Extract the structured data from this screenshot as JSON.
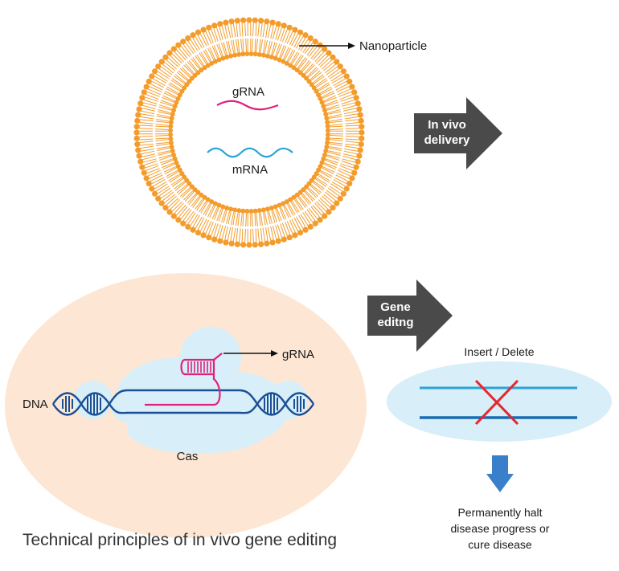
{
  "nanoparticle": {
    "label": "Nanoparticle",
    "cargo": [
      "gRNA",
      "mRNA"
    ],
    "lipid_color": "#f39c2b"
  },
  "steps": {
    "delivery": [
      "In vivo",
      "delivery"
    ],
    "editing": [
      "Gene",
      "editng"
    ]
  },
  "cell": {
    "dna_label": "DNA",
    "grna_label": "gRNA",
    "cas_label": "Cas"
  },
  "result": {
    "label": "Insert / Delete",
    "outcome": [
      "Permanently halt",
      "disease progress or",
      "cure disease"
    ]
  },
  "caption": "Technical principles of in vivo gene editing",
  "colors": {
    "grna": "#e0217a",
    "mrna": "#2aa4d6",
    "dna_dark": "#1a4f95",
    "cell_bg": "#fde7d4",
    "cas_bg": "#d8eef8",
    "step_arrow": "#4a4a4a",
    "cross": "#e8262b",
    "down_arrow": "#3a7fc9"
  }
}
